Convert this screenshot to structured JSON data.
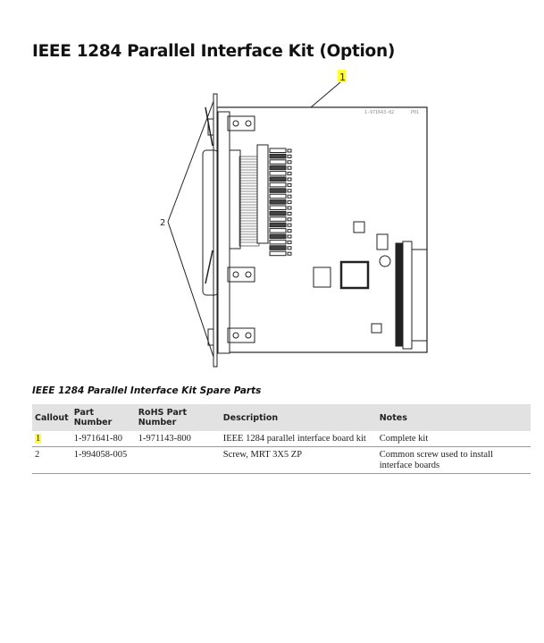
{
  "page_title": "IEEE 1284 Parallel Interface Kit (Option)",
  "figure": {
    "callouts": [
      "1",
      "2"
    ],
    "board_label": "1-971643-02",
    "board_rev": "P01",
    "highlight_color": "#ffff33"
  },
  "table": {
    "caption": "IEEE 1284 Parallel Interface Kit Spare Parts",
    "headers": [
      "Callout",
      "Part Number",
      "RoHS Part Number",
      "Description",
      "Notes"
    ],
    "rows": [
      {
        "callout": "1",
        "part_number": "1-971641-80",
        "rohs_part_number": "1-971143-800",
        "description": "IEEE 1284 parallel interface board kit",
        "notes": "Complete kit"
      },
      {
        "callout": "2",
        "part_number": "1-994058-005",
        "rohs_part_number": "",
        "description": "Screw, MRT 3X5 ZP",
        "notes": "Common screw used to install interface boards"
      }
    ]
  }
}
